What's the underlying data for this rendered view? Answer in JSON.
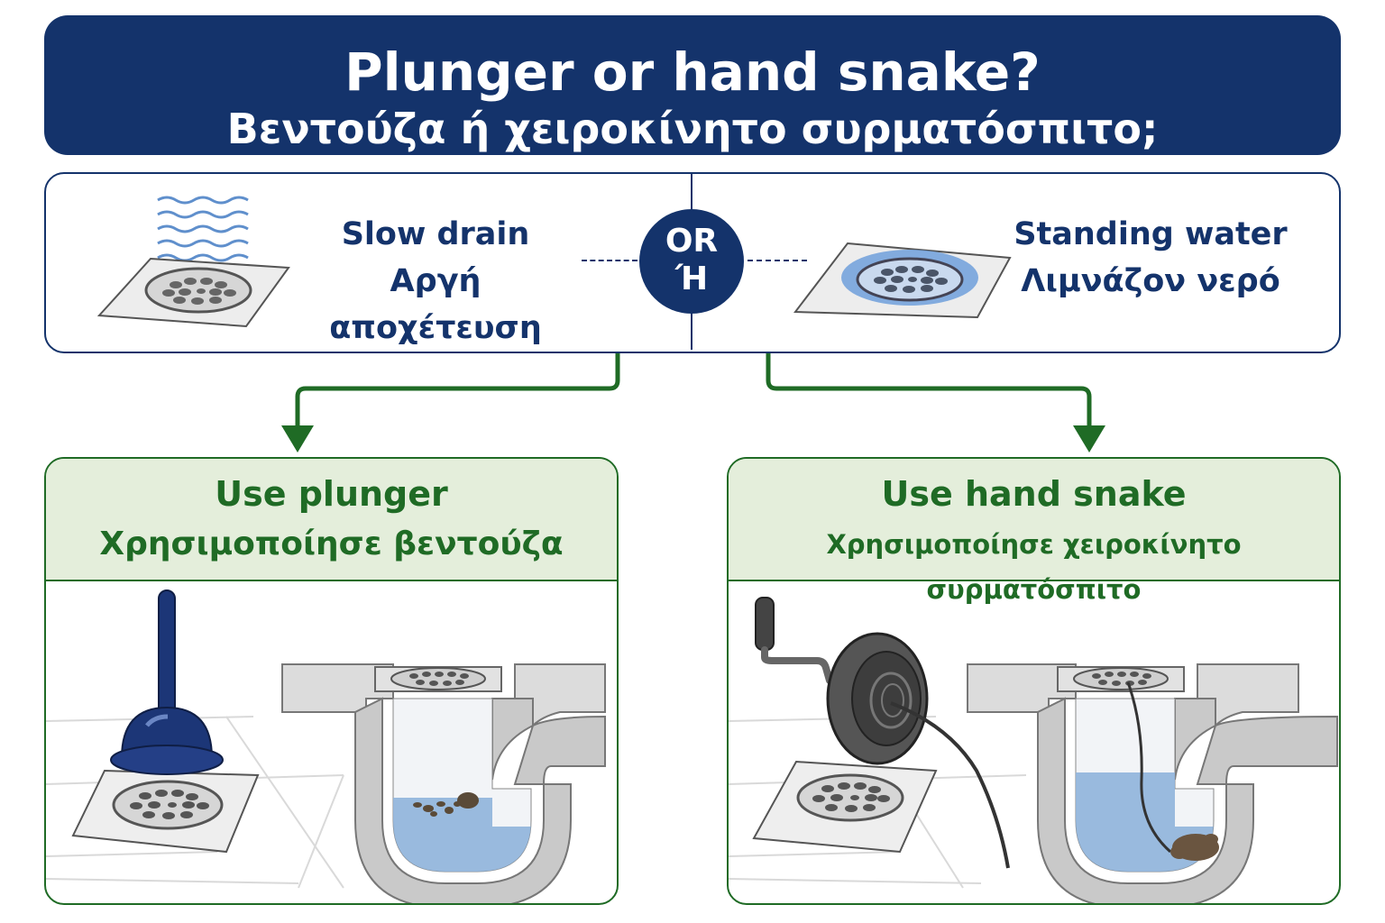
{
  "title": {
    "english": "Plunger or hand snake?",
    "greek": "Βεντούζα ή χειροκίνητο συρματόσπιτο;"
  },
  "conditions": {
    "left": {
      "english": "Slow drain",
      "greek": "Αργή αποχέτευση"
    },
    "right": {
      "english": "Standing water",
      "greek": "Λιμνάζον νερό"
    },
    "connector": {
      "english": "OR",
      "greek": "Ή"
    }
  },
  "recommendations": {
    "left": {
      "english": "Use plunger",
      "greek": "Χρησιμοποίησε βεντούζα"
    },
    "right": {
      "english": "Use hand snake",
      "greek": "Χρησιμοποίησε χειροκίνητο συρματόσπιτο"
    }
  },
  "colors": {
    "navy": "#14336b",
    "green": "#1f6b25",
    "green_header": "#e4eedb",
    "water": "#8fb4da",
    "pipe": "#c9c9c9"
  }
}
